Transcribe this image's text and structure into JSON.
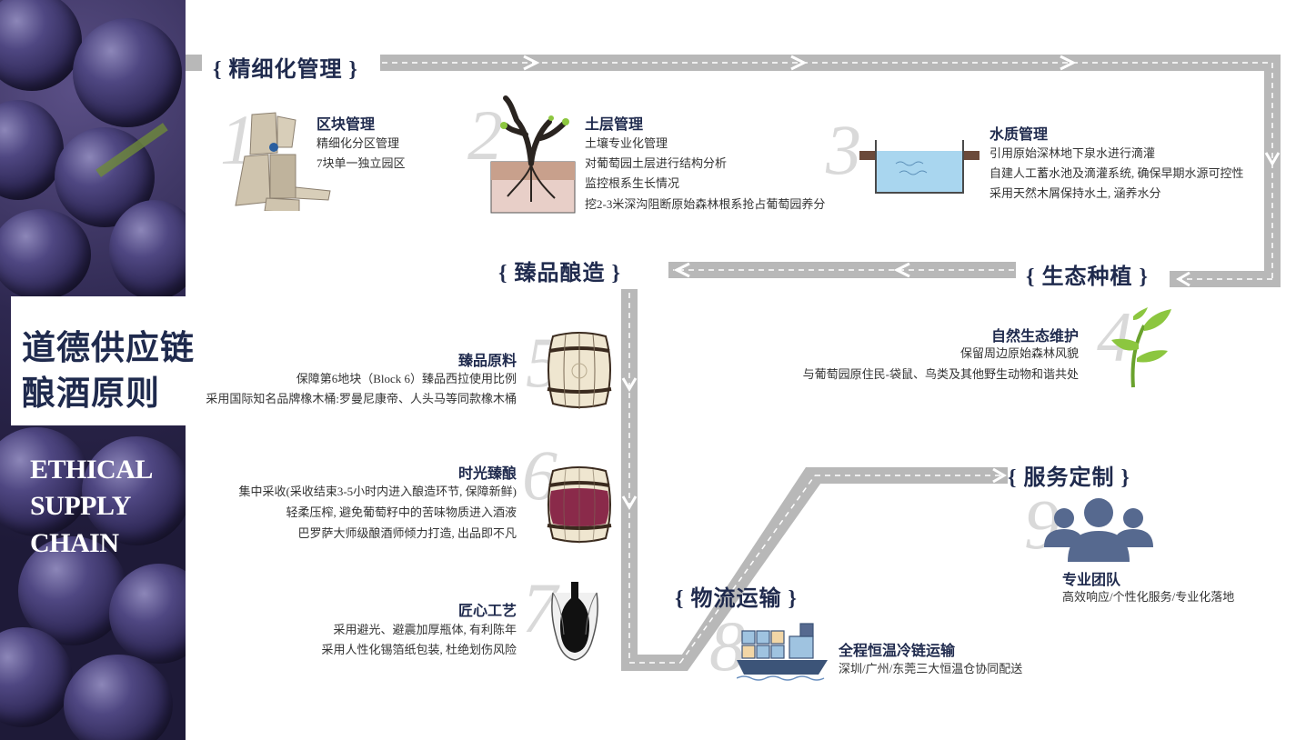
{
  "left": {
    "title_cn_line1": "道德供应链",
    "title_cn_line2": "酿酒原则",
    "title_en": [
      "ETHICAL",
      "SUPPLY",
      "CHAIN"
    ]
  },
  "sections": {
    "s1": "{ 精细化管理 }",
    "s2": "{ 生态种植 }",
    "s3": "{ 臻品酿造 }",
    "s4": "{ 物流运输 }",
    "s5": "{ 服务定制 }"
  },
  "items": [
    {
      "num": "1",
      "title": "区块管理",
      "lines": [
        "精细化分区管理",
        "7块单一独立园区"
      ],
      "icon": "vineyard-map-icon"
    },
    {
      "num": "2",
      "title": "土层管理",
      "lines": [
        "土壤专业化管理",
        "对葡萄园土层进行结构分析",
        "监控根系生长情况",
        "挖2-3米深沟阻断原始森林根系抢占葡萄园养分"
      ],
      "icon": "vine-roots-icon"
    },
    {
      "num": "3",
      "title": "水质管理",
      "lines": [
        "引用原始深林地下泉水进行滴灌",
        "自建人工蓄水池及滴灌系统, 确保早期水源可控性",
        "采用天然木屑保持水土, 涵养水分"
      ],
      "icon": "water-tank-icon"
    },
    {
      "num": "4",
      "title": "自然生态维护",
      "lines": [
        "保留周边原始森林风貌",
        "与葡萄园原住民-袋鼠、鸟类及其他野生动物和谐共处"
      ],
      "icon": "plant-sprout-icon"
    },
    {
      "num": "5",
      "title": "臻品原料",
      "lines": [
        "保障第6地块（Block 6）臻品西拉使用比例",
        "采用国际知名品牌橡木桶:罗曼尼康帝、人头马等同款橡木桶"
      ],
      "icon": "oak-barrel-icon"
    },
    {
      "num": "6",
      "title": "时光臻酿",
      "lines": [
        "集中采收(采收结束3-5小时内进入酿造环节, 保障新鲜)",
        "轻柔压榨, 避免葡萄籽中的苦味物质进入酒液",
        "巴罗萨大师级酿酒师倾力打造, 出品即不凡"
      ],
      "icon": "wine-barrel-icon"
    },
    {
      "num": "7",
      "title": "匠心工艺",
      "lines": [
        "采用避光、避震加厚瓶体, 有利陈年",
        "采用人性化锡箔纸包装, 杜绝划伤风险"
      ],
      "icon": "bottle-packaging-icon"
    },
    {
      "num": "8",
      "title": "全程恒温冷链运输",
      "lines": [
        "深圳/广州/东莞三大恒温仓协同配送"
      ],
      "icon": "cargo-ship-icon"
    },
    {
      "num": "9",
      "title": "专业团队",
      "lines": [
        "高效响应/个性化服务/专业化落地"
      ],
      "icon": "team-icon"
    }
  ],
  "colors": {
    "navy": "#1f2a4d",
    "path_gray": "#b8b8b8",
    "number_gray": "#d9d9d9",
    "leaf_green": "#8cc63f",
    "water_blue": "#a9d6ef",
    "icon_blue": "#56698f"
  }
}
